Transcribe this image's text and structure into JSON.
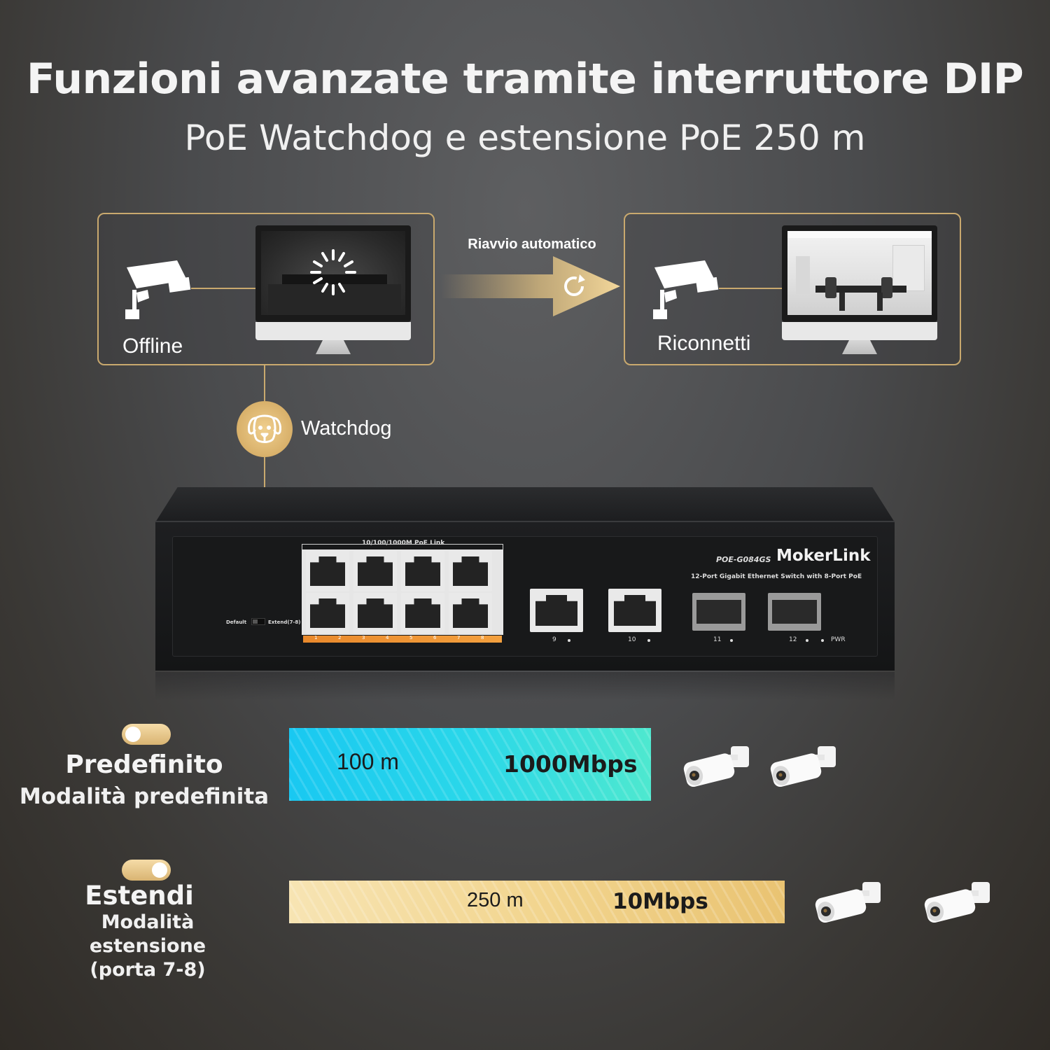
{
  "header": {
    "title": "Funzioni avanzate tramite interruttore DIP",
    "subtitle": "PoE Watchdog e estensione PoE 250 m"
  },
  "flow": {
    "left_status": "Offline",
    "arrow_label": "Riavvio automatico",
    "right_status": "Riconnetti",
    "watchdog_label": "Watchdog"
  },
  "device": {
    "port_group_label": "10/100/1000M PoE Link",
    "model": "POE-G084GS",
    "brand": "MokerLink",
    "description": "12-Port Gigabit Ethernet Switch with 8-Port PoE",
    "dip_default": "Default",
    "dip_extend": "Extend(7-8)",
    "port_numbers": [
      "1",
      "2",
      "3",
      "4",
      "5",
      "6",
      "7",
      "8"
    ],
    "uplink_ports": [
      "9",
      "10",
      "11",
      "12"
    ],
    "pwr_label": "PWR"
  },
  "modes": {
    "default": {
      "name": "Predefinito",
      "description": "Modalità predefinita",
      "distance": "100 m",
      "speed": "1000Mbps"
    },
    "extend": {
      "name": "Estendi",
      "description_lines": [
        "Modalità",
        "estensione",
        "(porta 7-8)"
      ],
      "distance": "250 m",
      "speed": "10Mbps"
    }
  },
  "colors": {
    "accent_gold": "#c9a96e",
    "bar_default": "#19c8f1",
    "bar_extend": "#f2d58f",
    "poe_strip": "#f3a03e"
  },
  "icons": [
    "cctv-camera-icon",
    "loading-spinner-icon",
    "refresh-icon",
    "dog-face-icon",
    "bullet-camera-icon",
    "toggle-switch-icon"
  ]
}
